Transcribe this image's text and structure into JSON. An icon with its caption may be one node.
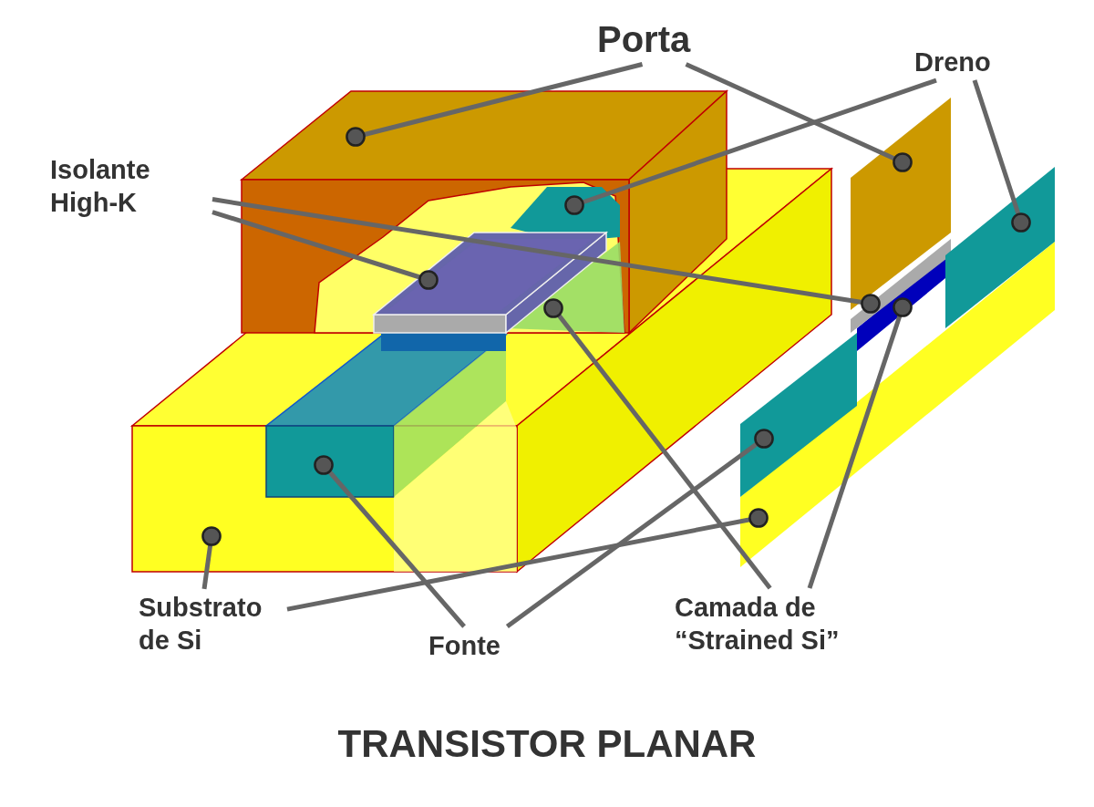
{
  "diagram": {
    "title": "TRANSISTOR PLANAR",
    "nodes": [
      {
        "text": [
          "Porta"
        ]
      },
      {
        "text": [
          "Dreno"
        ]
      },
      {
        "text": [
          "Isolante High-K"
        ]
      },
      {
        "text": [
          "Substrato de Si"
        ]
      },
      {
        "text": [
          "Fonte"
        ]
      },
      {
        "text": [
          "Camada de “Strained Si”"
        ]
      }
    ],
    "edges": [
      {
        "from": 0,
        "to": null,
        "arrow": "other"
      },
      {
        "from": 0,
        "to": null,
        "arrow": "other"
      },
      {
        "from": 1,
        "to": null,
        "arrow": "other"
      },
      {
        "from": 1,
        "to": null,
        "arrow": "other"
      },
      {
        "from": 2,
        "to": null,
        "arrow": "other"
      },
      {
        "from": 2,
        "to": null,
        "arrow": "other"
      },
      {
        "from": 3,
        "to": null,
        "arrow": "other"
      },
      {
        "from": 3,
        "to": null,
        "arrow": "other"
      },
      {
        "from": 4,
        "to": null,
        "arrow": "other"
      },
      {
        "from": 4,
        "to": null,
        "arrow": "other"
      },
      {
        "from": 5,
        "to": null,
        "arrow": "other"
      },
      {
        "from": 5,
        "to": null,
        "arrow": "other"
      }
    ]
  }
}
